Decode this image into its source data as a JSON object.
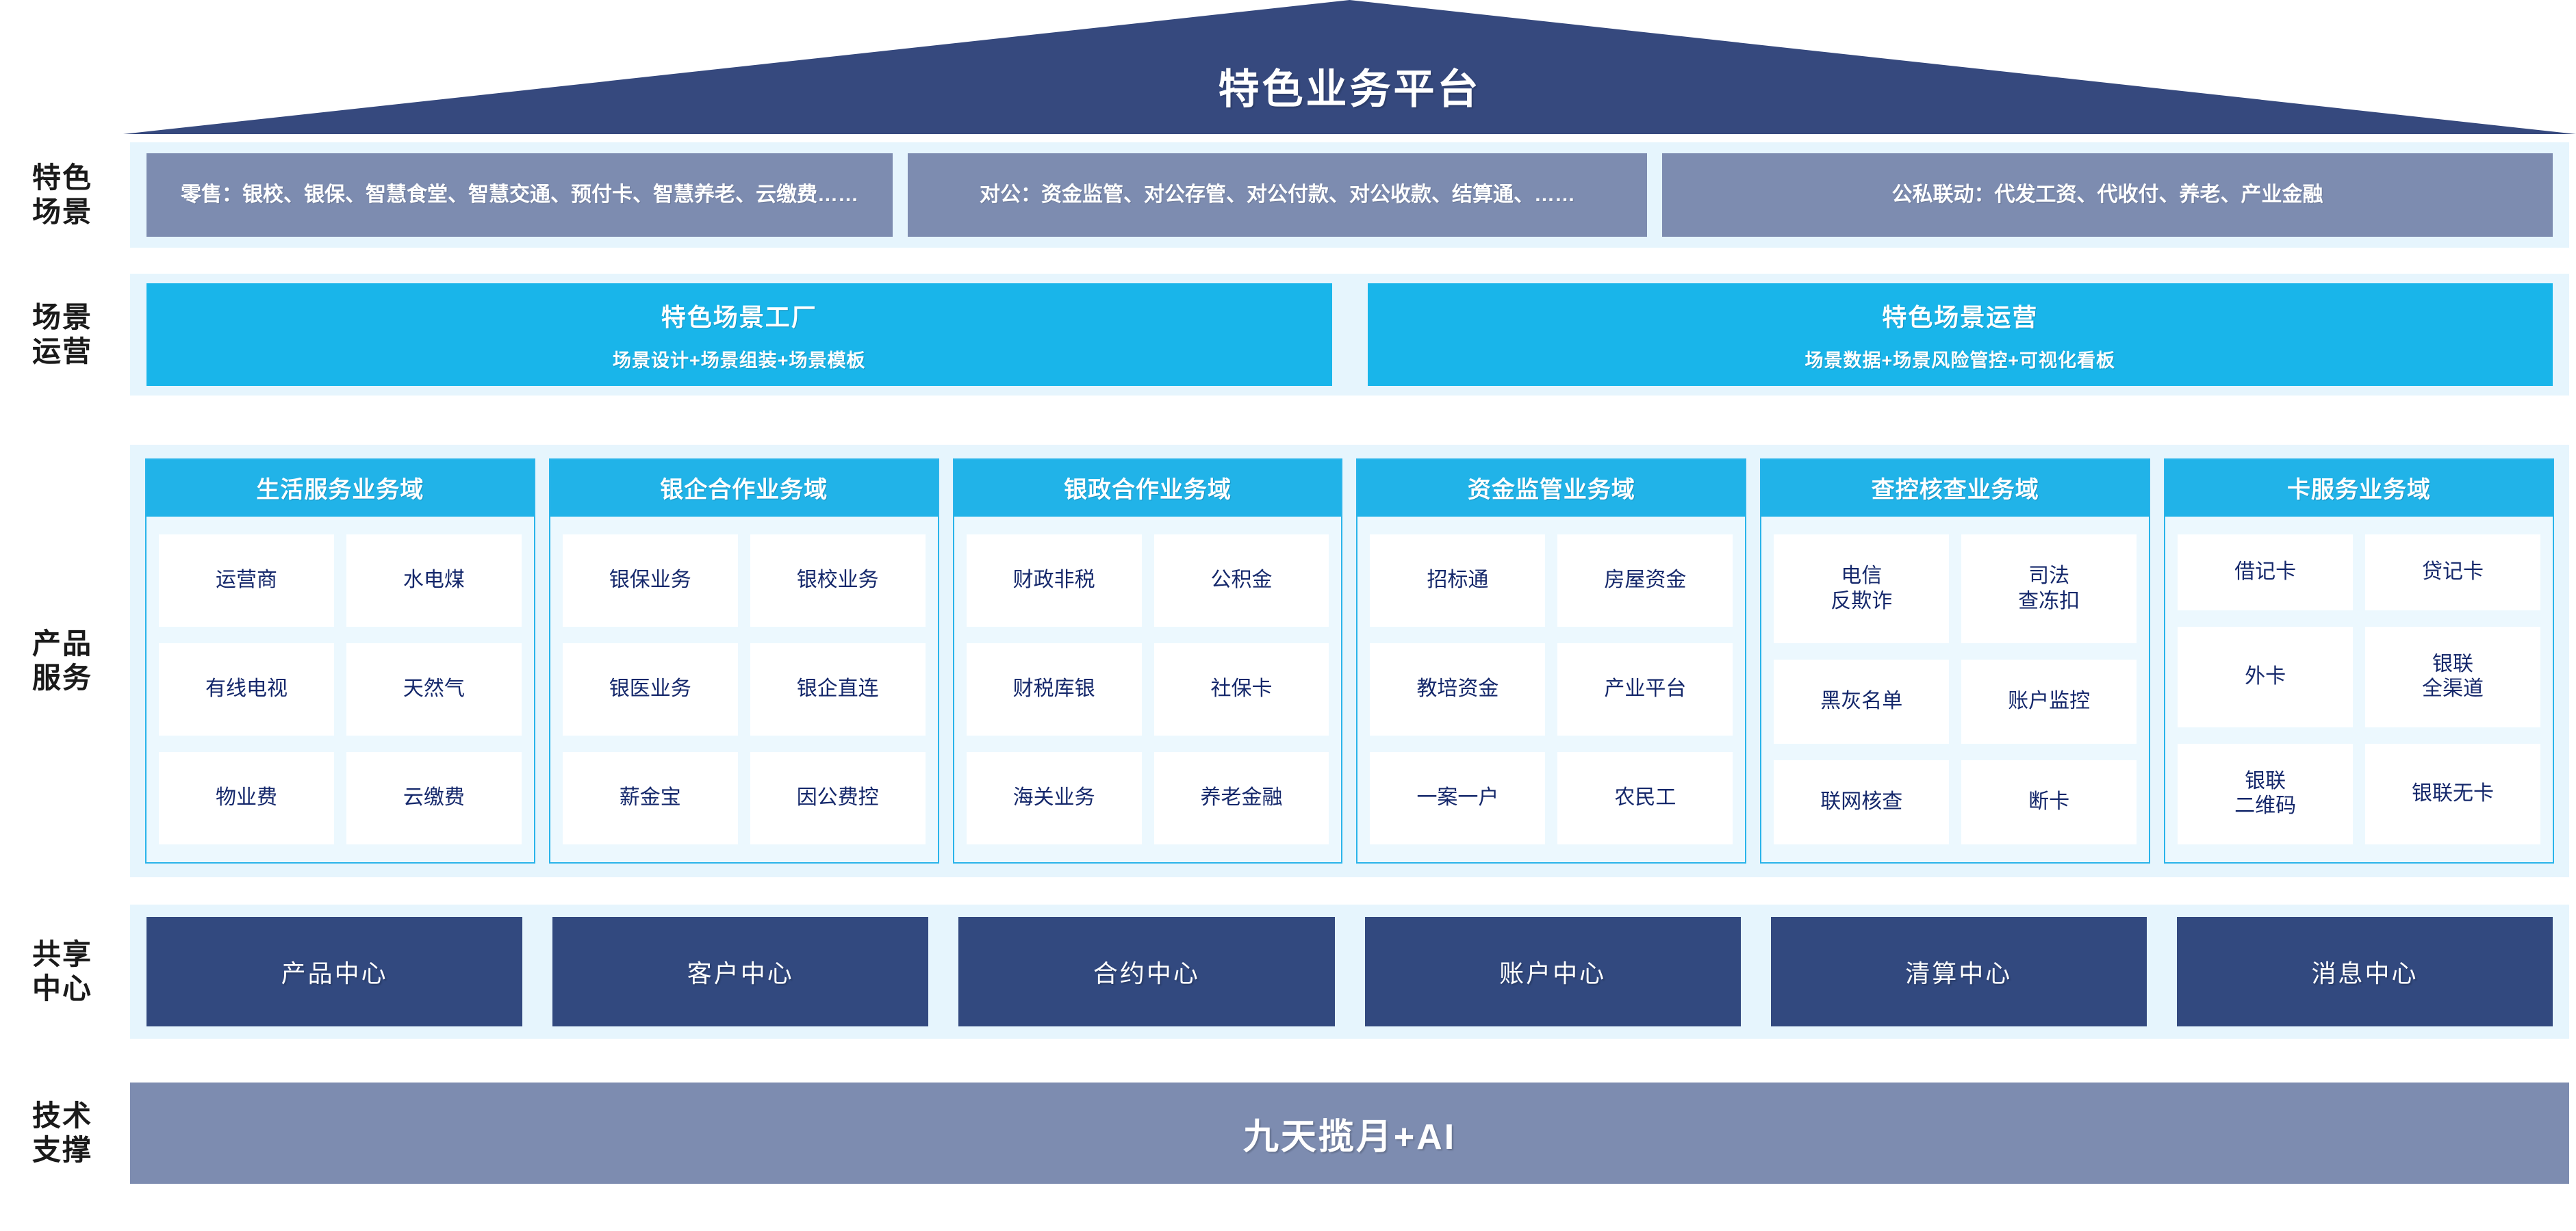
{
  "title": "特色业务平台",
  "colors": {
    "roof_navy": "#36497e",
    "band_bg": "#e6f5fd",
    "scene_box": "#7d8cb0",
    "cyan": "#19b5ea",
    "domain_header": "#21b3e8",
    "center_navy": "#32497f",
    "tech_slate": "#7d8cb0",
    "cell_text": "#15286b"
  },
  "row_labels": {
    "scene": [
      "特色",
      "场景"
    ],
    "ops": [
      "场景",
      "运营"
    ],
    "product": [
      "产品",
      "服务"
    ],
    "center": [
      "共享",
      "中心"
    ],
    "tech": [
      "技术",
      "支撑"
    ]
  },
  "scene_boxes": [
    {
      "text": "零售：银校、银保、智慧食堂、智慧交通、预付卡、智慧养老、云缴费……"
    },
    {
      "text": "对公：资金监管、对公存管、对公付款、对公收款、结算通、……"
    },
    {
      "text": "公私联动：代发工资、代收付、养老、产业金融"
    }
  ],
  "ops_boxes": [
    {
      "title": "特色场景工厂",
      "subtitle": "场景设计+场景组装+场景模板"
    },
    {
      "title": "特色场景运营",
      "subtitle": "场景数据+场景风险管控+可视化看板"
    }
  ],
  "product_domains": [
    {
      "header": "生活服务业务域",
      "items": [
        "运营商",
        "水电煤",
        "有线电视",
        "天然气",
        "物业费",
        "云缴费"
      ]
    },
    {
      "header": "银企合作业务域",
      "items": [
        "银保业务",
        "银校业务",
        "银医业务",
        "银企直连",
        "薪金宝",
        "因公费控"
      ]
    },
    {
      "header": "银政合作业务域",
      "items": [
        "财政非税",
        "公积金",
        "财税库银",
        "社保卡",
        "海关业务",
        "养老金融"
      ]
    },
    {
      "header": "资金监管业务域",
      "items": [
        "招标通",
        "房屋资金",
        "教培资金",
        "产业平台",
        "一案一户",
        "农民工"
      ]
    },
    {
      "header": "查控核查业务域",
      "items": [
        "电信\n反欺诈",
        "司法\n查冻扣",
        "黑灰名单",
        "账户监控",
        "联网核查",
        "断卡"
      ]
    },
    {
      "header": "卡服务业务域",
      "items": [
        "借记卡",
        "贷记卡",
        "外卡",
        "银联\n全渠道",
        "银联\n二维码",
        "银联无卡"
      ]
    }
  ],
  "shared_centers": [
    "产品中心",
    "客户中心",
    "合约中心",
    "账户中心",
    "清算中心",
    "消息中心"
  ],
  "tech_support": {
    "text": "九天揽月+AI"
  }
}
